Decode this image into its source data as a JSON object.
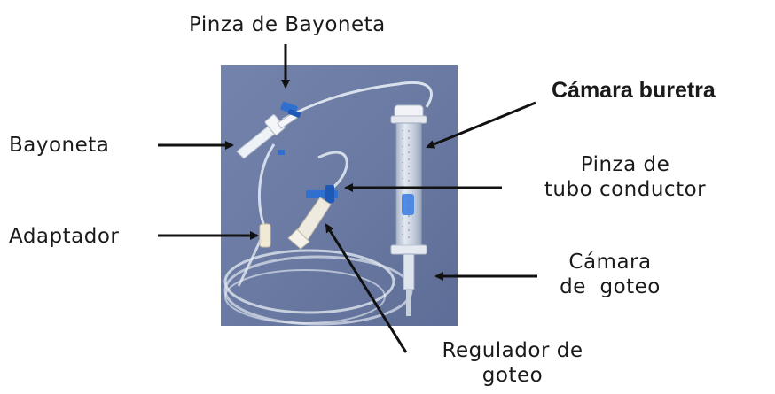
{
  "labels": {
    "pinza_bayoneta": "Pinza de Bayoneta",
    "bayoneta": "Bayoneta",
    "adaptador": "Adaptador",
    "camara_buretra": "Cámara buretra",
    "pinza_tubo_line1": "Pinza de",
    "pinza_tubo_line2": "tubo conductor",
    "camara_goteo_line1": "Cámara",
    "camara_goteo_line2": "de  goteo",
    "regulador_line1": "Regulador de",
    "regulador_line2": "goteo"
  },
  "colors": {
    "photo_background": "#6f7fa6",
    "tubing": "#e6ecf4",
    "clamp_blue": "#2f6fd0",
    "burette_fill": "#cfd8e3",
    "arrow": "#111111",
    "text": "#1a1a1a"
  }
}
